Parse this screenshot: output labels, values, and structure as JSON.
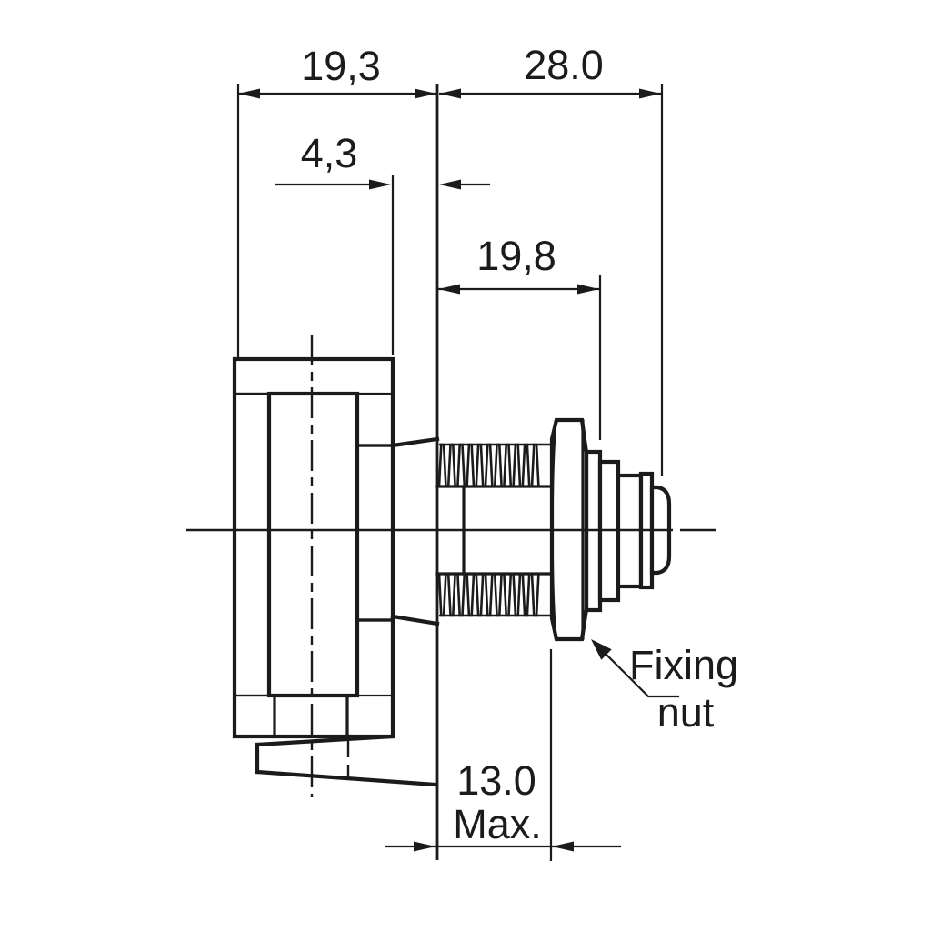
{
  "page": {
    "background": "#ffffff",
    "line_color": "#1b1b1b"
  },
  "dimensions": {
    "body_depth_to_panel": "19,3",
    "front_projection": "28.0",
    "body_face_to_panel": "4,3",
    "thread_length": "19,8",
    "panel_thickness_value": "13.0",
    "panel_thickness_qualifier": "Max."
  },
  "labels": {
    "fixing_nut_line1": "Fixing",
    "fixing_nut_line2": "nut"
  }
}
